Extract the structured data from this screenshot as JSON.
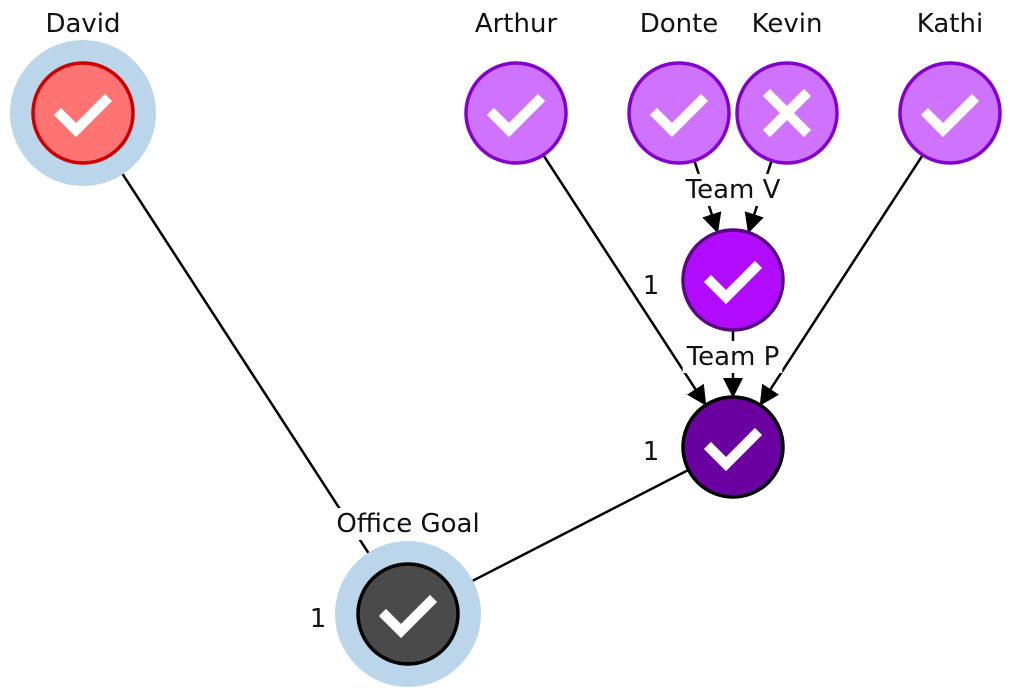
{
  "diagram": {
    "colors": {
      "halo": "#BBD5EA",
      "individual_fill": "#CF73FF",
      "individual_stroke": "#8400CC",
      "team_v_fill": "#B10CFF",
      "team_v_stroke": "#5A0A80",
      "team_p_fill": "#6A00A0",
      "team_p_stroke": "#000000",
      "david_fill": "#FF7373",
      "david_stroke": "#CC0000",
      "office_fill": "#4A4A4A",
      "office_stroke": "#000000",
      "mark": "#FFFFFF",
      "arrow_dark": "#0B2540"
    },
    "nodes": [
      {
        "id": "david",
        "label": "David",
        "status": "check",
        "style": "david",
        "halo": true,
        "count": ""
      },
      {
        "id": "arthur",
        "label": "Arthur",
        "status": "check",
        "style": "individual",
        "halo": false,
        "count": ""
      },
      {
        "id": "donte",
        "label": "Donte",
        "status": "check",
        "style": "individual",
        "halo": false,
        "count": ""
      },
      {
        "id": "kevin",
        "label": "Kevin",
        "status": "cross",
        "style": "individual",
        "halo": false,
        "count": ""
      },
      {
        "id": "kathi",
        "label": "Kathi",
        "status": "check",
        "style": "individual",
        "halo": false,
        "count": ""
      },
      {
        "id": "team_v",
        "label": "Team V",
        "status": "check",
        "style": "team_v",
        "halo": false,
        "count": "1"
      },
      {
        "id": "team_p",
        "label": "Team P",
        "status": "check",
        "style": "team_p",
        "halo": false,
        "count": "1"
      },
      {
        "id": "office_goal",
        "label": "Office Goal",
        "status": "check",
        "style": "office",
        "halo": true,
        "count": "1"
      }
    ],
    "edges": [
      {
        "from": "donte",
        "to": "team_v"
      },
      {
        "from": "kevin",
        "to": "team_v"
      },
      {
        "from": "arthur",
        "to": "team_p"
      },
      {
        "from": "team_v",
        "to": "team_p"
      },
      {
        "from": "kathi",
        "to": "team_p"
      },
      {
        "from": "david",
        "to": "office_goal"
      },
      {
        "from": "team_p",
        "to": "office_goal"
      }
    ]
  }
}
